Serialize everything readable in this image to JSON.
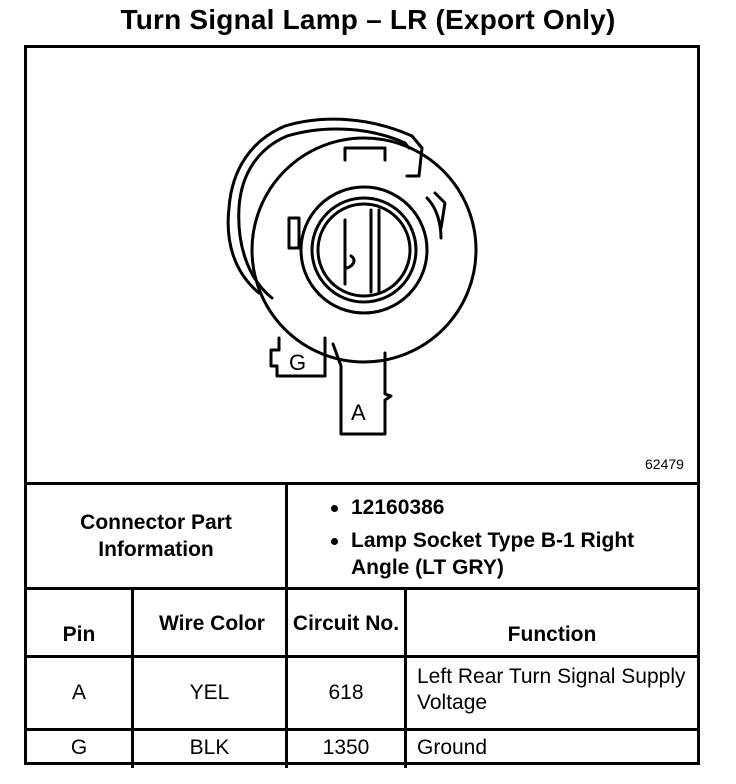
{
  "title": "Turn Signal Lamp – LR (Export Only)",
  "diagram": {
    "figure_id": "62479",
    "pin_labels": {
      "g": "G",
      "a": "A"
    }
  },
  "connector_info": {
    "label": "Connector Part Information",
    "items": [
      "12160386",
      "Lamp Socket Type B-1 Right Angle (LT GRY)"
    ]
  },
  "table": {
    "headers": {
      "pin": "Pin",
      "wire_color": "Wire Color",
      "circuit_no": "Circuit No.",
      "function": "Function"
    },
    "rows": [
      {
        "pin": "A",
        "wire_color": "YEL",
        "circuit": "618",
        "function": "Left Rear Turn Signal Supply Voltage"
      },
      {
        "pin": "G",
        "wire_color": "BLK",
        "circuit": "1350",
        "function": "Ground"
      }
    ]
  }
}
